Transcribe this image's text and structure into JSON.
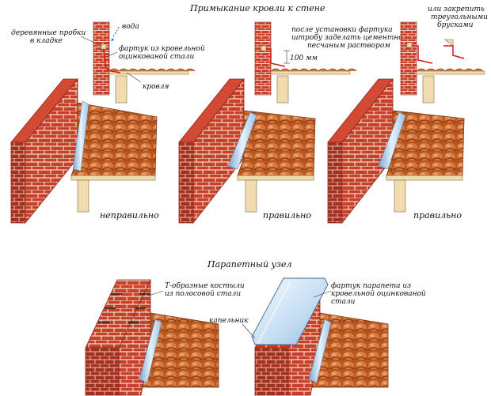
{
  "title_top": "Примыкание кровли к стене",
  "title_bottom": "Парапетный узел",
  "labels": {
    "wood_plugs": "деревянные пробки",
    "in_masonry": "в кладке",
    "water": "вода",
    "flashing_1": "фартук из кровельной",
    "flashing_2": "оцинкованой стали",
    "roofing": "кровля",
    "after_install_1": "после установки фартука",
    "after_install_2": "штробу заделать цементно-",
    "after_install_3": "песчаным раствором",
    "dimension": "100 мм",
    "or_fix_1": "или закрепить",
    "or_fix_2": "треугольными",
    "or_fix_3": "брусками",
    "t_brackets_1": "Т-образные костыли",
    "t_brackets_2": "из полосовой стали",
    "drip": "капельник",
    "parapet_1": "фартук парапета из",
    "parapet_2": "кровельной оцинкованой",
    "parapet_3": "стали"
  },
  "captions": {
    "wrong": "неправильно",
    "right_1": "правильно",
    "right_2": "правильно"
  },
  "colors": {
    "brick": "#c8402a",
    "brick_dark": "#8f2416",
    "mortar": "#f3d6c8",
    "tile": "#c8652f",
    "tile_dark": "#8a3d16",
    "steel": "#9fc4e6",
    "steel_light": "#e6f2fb",
    "wood": "#f1dcb0",
    "red_line": "#d21c1c"
  }
}
